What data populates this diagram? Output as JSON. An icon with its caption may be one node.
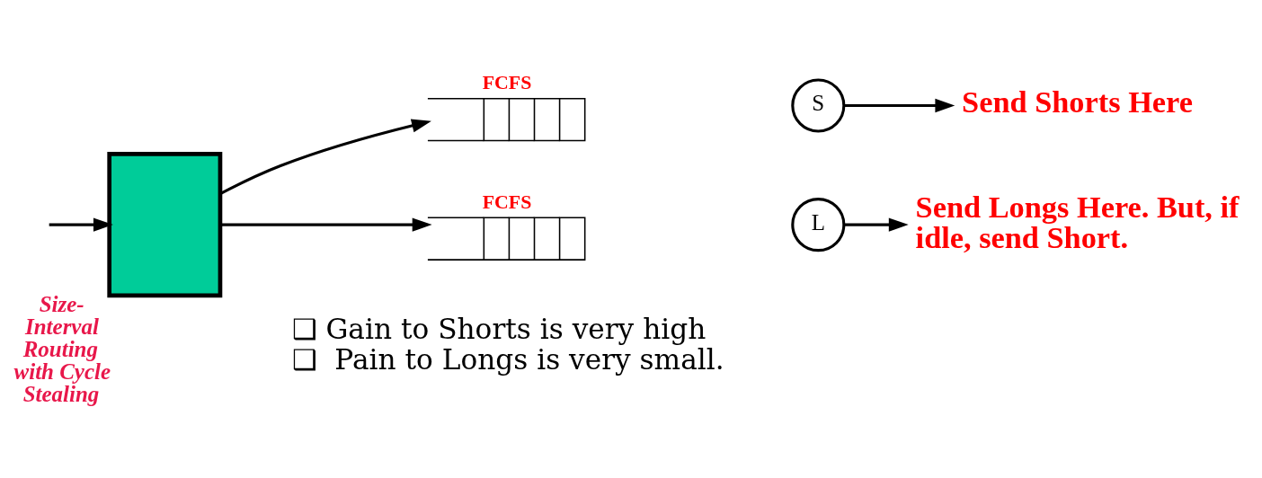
{
  "diagram": {
    "nodes": [
      {
        "text": [],
        "shape": "box",
        "beside": [
          "Size-Interval Routing with Cycle Stealing"
        ]
      },
      {
        "text": [
          "FCFS"
        ]
      },
      {
        "text": [
          "S"
        ]
      },
      {
        "text": [
          "FCFS"
        ]
      },
      {
        "text": [
          "L"
        ]
      },
      {
        "text": [
          "Send Shorts Here"
        ]
      },
      {
        "text": [
          "Send Longs Here. But, if idle, send Short."
        ]
      }
    ],
    "edges": [
      {
        "from": null,
        "to": 0,
        "arrow": "to"
      },
      {
        "from": 0,
        "to": 1,
        "arrow": "to"
      },
      {
        "from": 0,
        "to": 3,
        "arrow": "to"
      },
      {
        "from": 2,
        "to": 5,
        "arrow": "to"
      },
      {
        "from": 4,
        "to": 6,
        "arrow": "to"
      }
    ],
    "labels": [
      "❑ Gain to Shorts is very high",
      "❑  Pain to Longs is very small."
    ]
  }
}
